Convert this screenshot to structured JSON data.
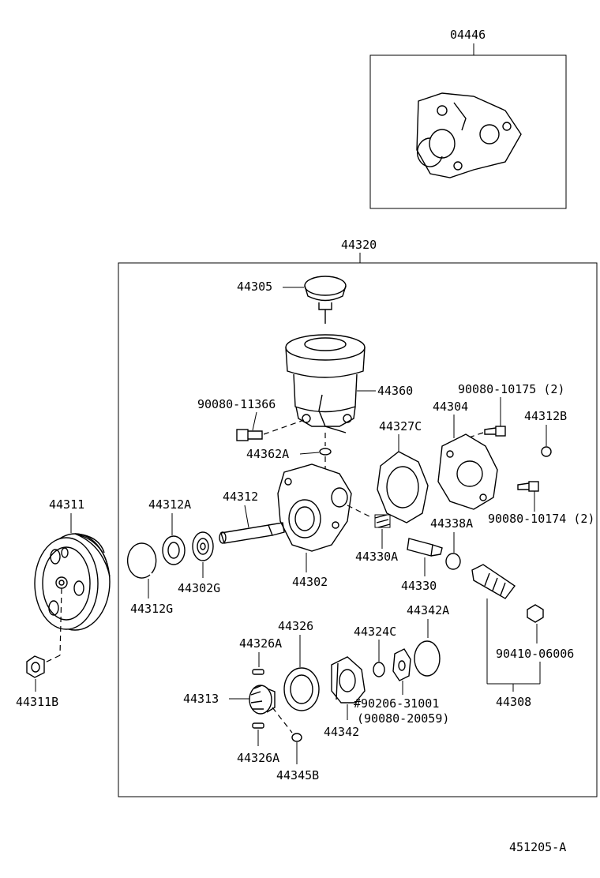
{
  "labels": {
    "kit": "04446",
    "assembly": "44320",
    "cap": "44305",
    "reservoir": "44360",
    "bolt_11366": "90080-11366",
    "bolt_10175": "90080-10175 (2)",
    "housing": "44304",
    "gasket": "44327C",
    "nut_44312B": "44312B",
    "oring_44362A": "44362A",
    "bolt_10174": "90080-10174 (2)",
    "pulley": "44311",
    "seal_44312A": "44312A",
    "shaft": "44312",
    "bearing": "44302G",
    "snapring": "44312G",
    "body": "44302",
    "spring": "44330A",
    "valve": "44330",
    "oring_44338A": "44338A",
    "nut_44311B": "44311B",
    "plate": "44326",
    "pin_44326A_top": "44326A",
    "rotor": "44313",
    "pin_44326A_bottom": "44326A",
    "oring_44345B": "44345B",
    "cam": "44342",
    "washer_44324C": "44324C",
    "oring_44342A": "44342A",
    "union": "44308",
    "plug": "90410-06006",
    "bolt_31001": "#90206-31001",
    "bolt_20059": "(90080-20059)",
    "diagram_id": "451205-A"
  }
}
